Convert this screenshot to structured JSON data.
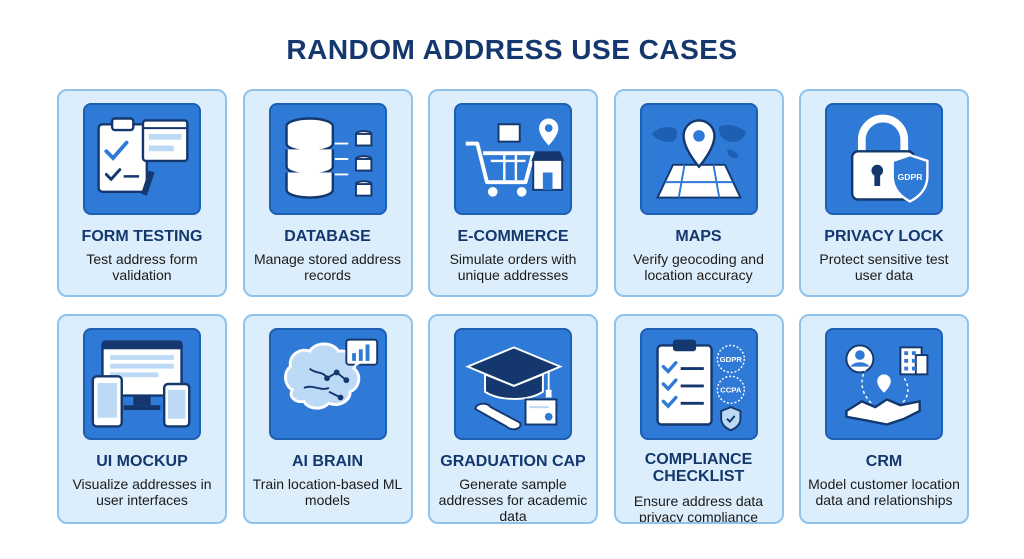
{
  "title": "RANDOM ADDRESS USE CASES",
  "cards": [
    {
      "title": "FORM TESTING",
      "desc": "Test address form validation",
      "icon": "form-testing-icon"
    },
    {
      "title": "DATABASE",
      "desc": "Manage stored address records",
      "icon": "database-icon"
    },
    {
      "title": "E-COMMERCE",
      "desc": "Simulate orders with unique addresses",
      "icon": "shopping-cart-icon"
    },
    {
      "title": "MAPS",
      "desc": "Verify geocoding and location accuracy",
      "icon": "map-pin-icon"
    },
    {
      "title": "PRIVACY LOCK",
      "desc": "Protect sensitive test user data",
      "icon": "padlock-icon",
      "badge": "GDPR"
    },
    {
      "title": "UI MOCKUP",
      "desc": "Visualize addresses in user interfaces",
      "icon": "devices-icon"
    },
    {
      "title": "AI BRAIN",
      "desc": "Train location-based ML models",
      "icon": "brain-icon"
    },
    {
      "title": "GRADUATION CAP",
      "desc": "Generate sample addresses for academic data",
      "icon": "graduation-cap-icon"
    },
    {
      "title": "COMPLIANCE CHECKLIST",
      "desc": "Ensure address data privacy compliance",
      "icon": "checklist-icon",
      "badges": [
        "GDPR",
        "CCPA"
      ]
    },
    {
      "title": "CRM",
      "desc": "Model customer location data and relationships",
      "icon": "handshake-icon"
    }
  ],
  "colors": {
    "title": "#14386e",
    "card_bg": "#dceefb",
    "card_border": "#8fc3eb",
    "icon_bg": "#2f7ad6",
    "icon_dark": "#1d5fb3",
    "icon_light": "#ffffff"
  }
}
